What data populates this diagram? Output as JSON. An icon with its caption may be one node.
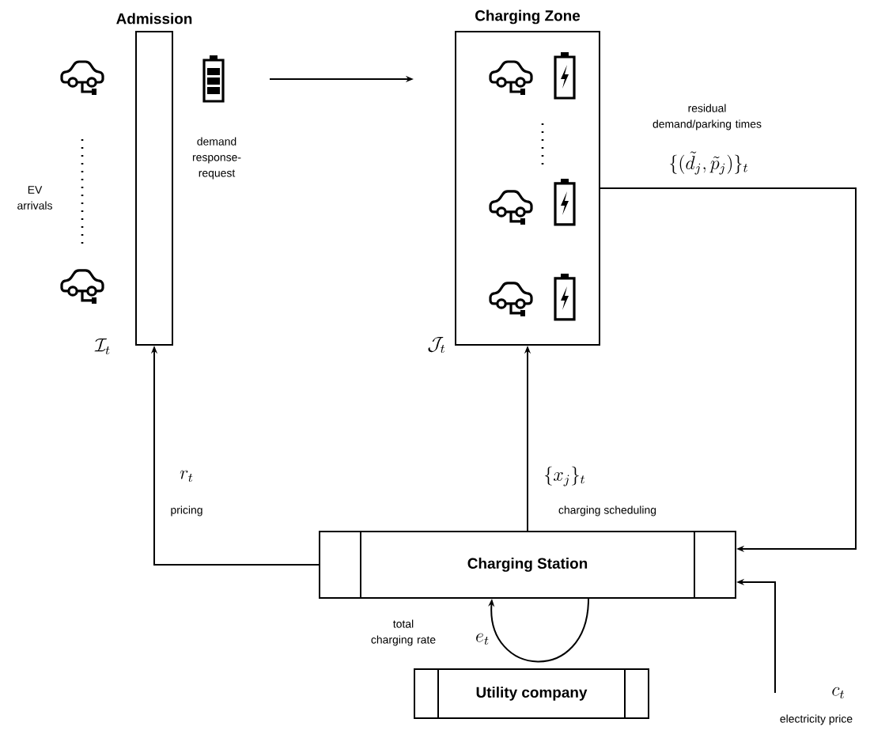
{
  "diagram": {
    "nodes": [
      {
        "text": [
          "Admission"
        ]
      },
      {
        "text": [
          "Charging Zone"
        ]
      },
      {
        "text": [
          "Charging Station"
        ]
      },
      {
        "text": [
          "Utility company"
        ]
      }
    ],
    "edges": [
      {
        "from": 0,
        "to": 1,
        "arrow": "to"
      },
      {
        "from": 2,
        "to": 0,
        "arrow": "to"
      },
      {
        "from": 2,
        "to": 1,
        "arrow": "to"
      },
      {
        "from": 1,
        "to": 2,
        "arrow": "to"
      },
      {
        "from": 2,
        "to": 2,
        "arrow": "to"
      },
      {
        "from": null,
        "to": 2,
        "arrow": "to"
      }
    ],
    "labels": [
      "EV arrivals",
      "demand response-request",
      "\\mathcal{I}_t",
      "\\mathcal{J}_t",
      "residual demand/parking times",
      "\\{(\\tilde{d}_j, \\tilde{p}_j)\\}_t",
      "r_t",
      "pricing",
      "\\{x_j\\}_t",
      "charging scheduling",
      "total charging rate",
      "e_t",
      "c_t",
      "electricity price"
    ]
  }
}
